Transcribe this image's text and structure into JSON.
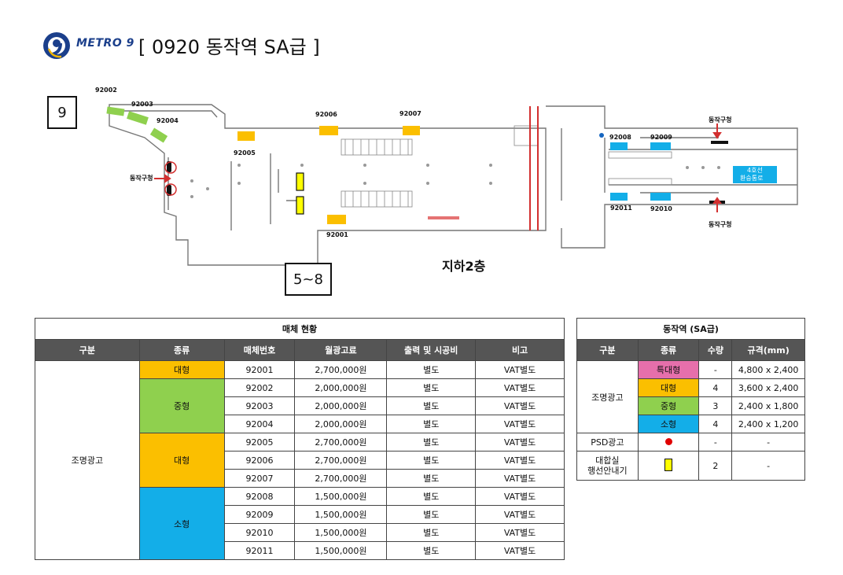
{
  "header": {
    "logo_text": "METRO 9",
    "logo_digit": "9",
    "title": "[ 0920  동작역 SA급 ]"
  },
  "floor_plan": {
    "floor_label": "지하2층",
    "exit_labels": [
      "9",
      "5~8"
    ],
    "transfer_label_1": "4호선",
    "transfer_label_2": "환승통로",
    "direction_label": "동작구청",
    "colors": {
      "large": "#fbbf00",
      "medium": "#8fd04e",
      "small": "#13aee8",
      "psd": "#e00000",
      "guide": "#ffff00"
    },
    "media_ids": [
      "92001",
      "92002",
      "92003",
      "92004",
      "92005",
      "92006",
      "92007",
      "92008",
      "92009",
      "92010",
      "92011"
    ]
  },
  "media_table": {
    "title": "매체 현황",
    "headers": [
      "구분",
      "종류",
      "매체번호",
      "월광고료",
      "출력 및 시공비",
      "비고"
    ],
    "category": "조명광고",
    "groups": [
      {
        "type": "대형",
        "rows": [
          [
            "92001",
            "2,700,000원",
            "별도",
            "VAT별도"
          ]
        ]
      },
      {
        "type": "중형",
        "rows": [
          [
            "92002",
            "2,000,000원",
            "별도",
            "VAT별도"
          ],
          [
            "92003",
            "2,000,000원",
            "별도",
            "VAT별도"
          ],
          [
            "92004",
            "2,000,000원",
            "별도",
            "VAT별도"
          ]
        ]
      },
      {
        "type": "대형",
        "rows": [
          [
            "92005",
            "2,700,000원",
            "별도",
            "VAT별도"
          ],
          [
            "92006",
            "2,700,000원",
            "별도",
            "VAT별도"
          ],
          [
            "92007",
            "2,700,000원",
            "별도",
            "VAT별도"
          ]
        ]
      },
      {
        "type": "소형",
        "rows": [
          [
            "92008",
            "1,500,000원",
            "별도",
            "VAT별도"
          ],
          [
            "92009",
            "1,500,000원",
            "별도",
            "VAT별도"
          ],
          [
            "92010",
            "1,500,000원",
            "별도",
            "VAT별도"
          ],
          [
            "92011",
            "1,500,000원",
            "별도",
            "VAT별도"
          ]
        ]
      }
    ]
  },
  "summary_table": {
    "title": "동작역 (SA급)",
    "headers": [
      "구분",
      "종류",
      "수량",
      "규격(mm)"
    ],
    "category_1": "조명광고",
    "rows": [
      {
        "type": "특대형",
        "qty": "-",
        "size": "4,800 x 2,400"
      },
      {
        "type": "대형",
        "qty": "4",
        "size": "3,600 x 2,400"
      },
      {
        "type": "중형",
        "qty": "3",
        "size": "2,400 x 1,800"
      },
      {
        "type": "소형",
        "qty": "4",
        "size": "2,400 x 1,200"
      }
    ],
    "psd": {
      "category": "PSD광고",
      "qty": "-",
      "size": "-"
    },
    "guide": {
      "category_line1": "대합실",
      "category_line2": "행선안내기",
      "qty": "2",
      "size": "-"
    }
  }
}
